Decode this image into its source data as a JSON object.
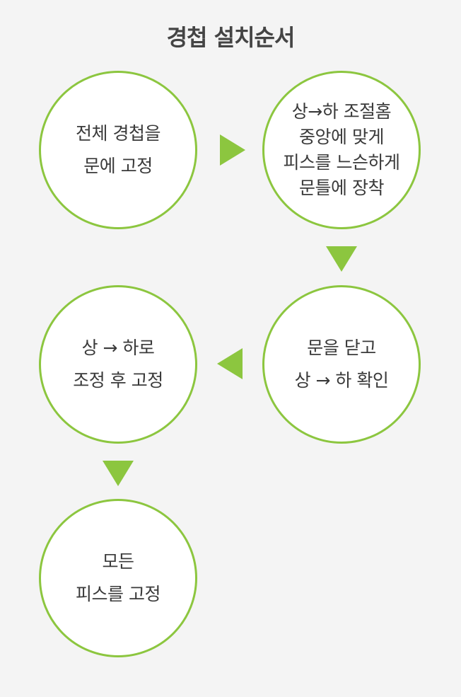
{
  "title": "경첩 설치순서",
  "accent_color": "#8cc63f",
  "steps": [
    {
      "lines": [
        "전체 경첩을",
        "문에 고정"
      ]
    },
    {
      "lines": [
        "상→하 조절홈",
        "중앙에 맞게",
        "피스를 느슨하게",
        "문틀에 장착"
      ]
    },
    {
      "lines": [
        "문을 닫고",
        "상 → 하 확인"
      ]
    },
    {
      "lines": [
        "상 → 하로",
        "조정 후 고정"
      ]
    },
    {
      "lines": [
        "모든",
        "피스를 고정"
      ]
    }
  ],
  "arrows": [
    {
      "from": 1,
      "to": 2,
      "direction": "right"
    },
    {
      "from": 2,
      "to": 3,
      "direction": "down"
    },
    {
      "from": 3,
      "to": 4,
      "direction": "left"
    },
    {
      "from": 4,
      "to": 5,
      "direction": "down"
    }
  ]
}
